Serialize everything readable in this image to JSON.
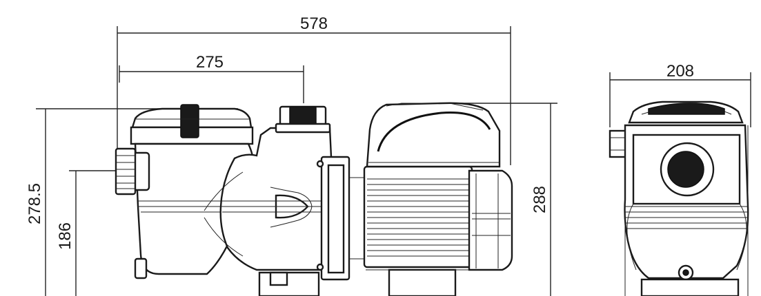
{
  "dimensions": {
    "overall_length": "578",
    "inlet_offset": "275",
    "total_height": "278.5",
    "inlet_height": "186",
    "motor_height": "288",
    "width": "208"
  },
  "colors": {
    "line": "#1a1a1a",
    "background": "#ffffff"
  }
}
